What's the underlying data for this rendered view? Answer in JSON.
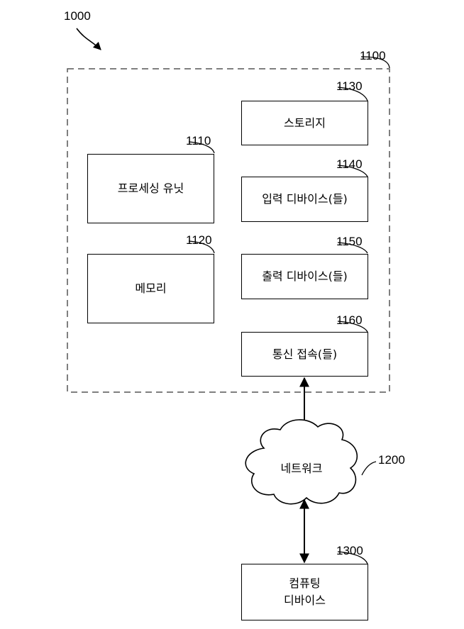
{
  "system_ref": "1000",
  "device": {
    "ref": "1100",
    "processing_unit": {
      "ref": "1110",
      "label": "프로세싱 유닛"
    },
    "memory": {
      "ref": "1120",
      "label": "메모리"
    },
    "storage": {
      "ref": "1130",
      "label": "스토리지"
    },
    "input_devices": {
      "ref": "1140",
      "label": "입력 디바이스(들)"
    },
    "output_devices": {
      "ref": "1150",
      "label": "출력 디바이스(들)"
    },
    "comm_connections": {
      "ref": "1160",
      "label": "통신 접속(들)"
    }
  },
  "network": {
    "ref": "1200",
    "label": "네트워크"
  },
  "computing_device": {
    "ref": "1300",
    "label_line1": "컴퓨팅",
    "label_line2": "디바이스"
  }
}
